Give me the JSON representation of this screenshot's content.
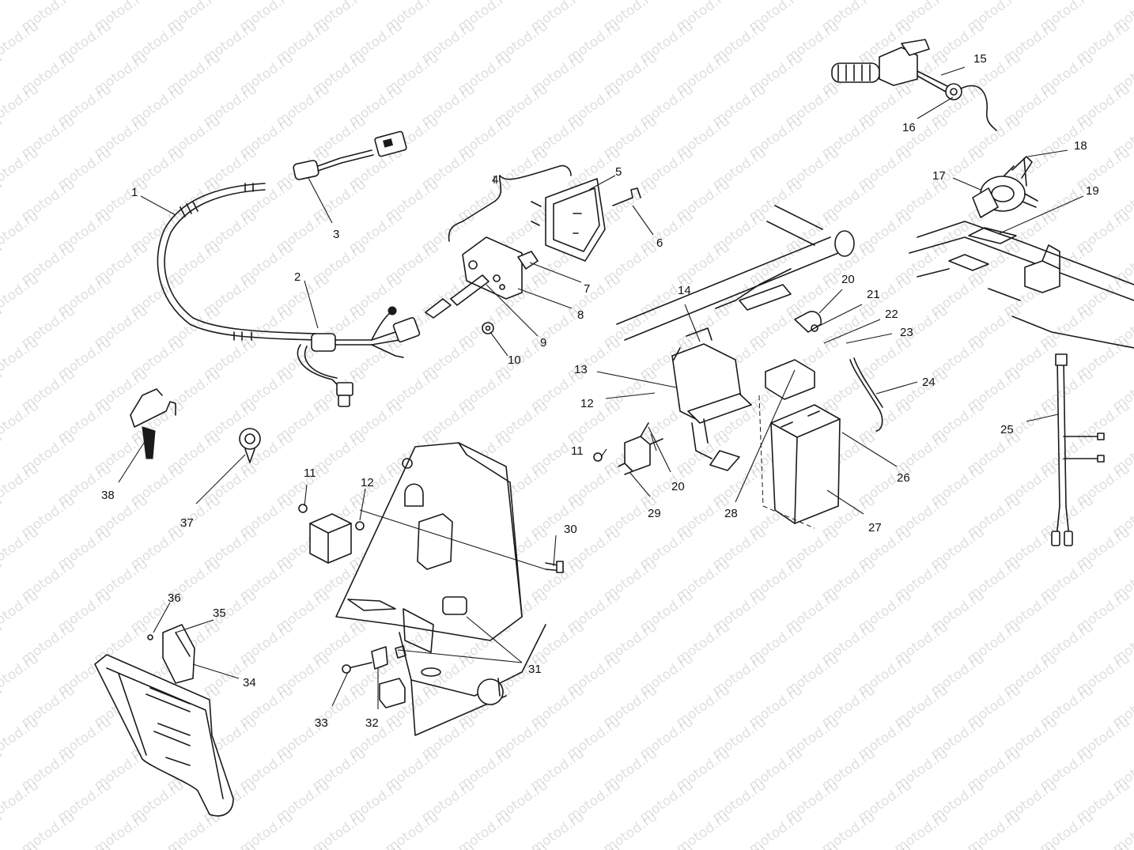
{
  "watermark": "motod.ru",
  "callouts": [
    {
      "id": "c1",
      "label": "1"
    },
    {
      "id": "c2",
      "label": "2"
    },
    {
      "id": "c3",
      "label": "3"
    },
    {
      "id": "c4",
      "label": "4"
    },
    {
      "id": "c5",
      "label": "5"
    },
    {
      "id": "c6",
      "label": "6"
    },
    {
      "id": "c7",
      "label": "7"
    },
    {
      "id": "c8",
      "label": "8"
    },
    {
      "id": "c9",
      "label": "9"
    },
    {
      "id": "c10",
      "label": "10"
    },
    {
      "id": "c11a",
      "label": "11"
    },
    {
      "id": "c11b",
      "label": "11"
    },
    {
      "id": "c12a",
      "label": "12"
    },
    {
      "id": "c12b",
      "label": "12"
    },
    {
      "id": "c13",
      "label": "13"
    },
    {
      "id": "c14",
      "label": "14"
    },
    {
      "id": "c15",
      "label": "15"
    },
    {
      "id": "c16",
      "label": "16"
    },
    {
      "id": "c17",
      "label": "17"
    },
    {
      "id": "c18",
      "label": "18"
    },
    {
      "id": "c19",
      "label": "19"
    },
    {
      "id": "c20a",
      "label": "20"
    },
    {
      "id": "c20b",
      "label": "20"
    },
    {
      "id": "c21",
      "label": "21"
    },
    {
      "id": "c22",
      "label": "22"
    },
    {
      "id": "c23",
      "label": "23"
    },
    {
      "id": "c24",
      "label": "24"
    },
    {
      "id": "c25",
      "label": "25"
    },
    {
      "id": "c26",
      "label": "26"
    },
    {
      "id": "c27",
      "label": "27"
    },
    {
      "id": "c28",
      "label": "28"
    },
    {
      "id": "c29",
      "label": "29"
    },
    {
      "id": "c30",
      "label": "30"
    },
    {
      "id": "c31",
      "label": "31"
    },
    {
      "id": "c32",
      "label": "32"
    },
    {
      "id": "c33",
      "label": "33"
    },
    {
      "id": "c34",
      "label": "34"
    },
    {
      "id": "c35",
      "label": "35"
    },
    {
      "id": "c36",
      "label": "36"
    },
    {
      "id": "c37",
      "label": "37"
    },
    {
      "id": "c38",
      "label": "38"
    }
  ]
}
